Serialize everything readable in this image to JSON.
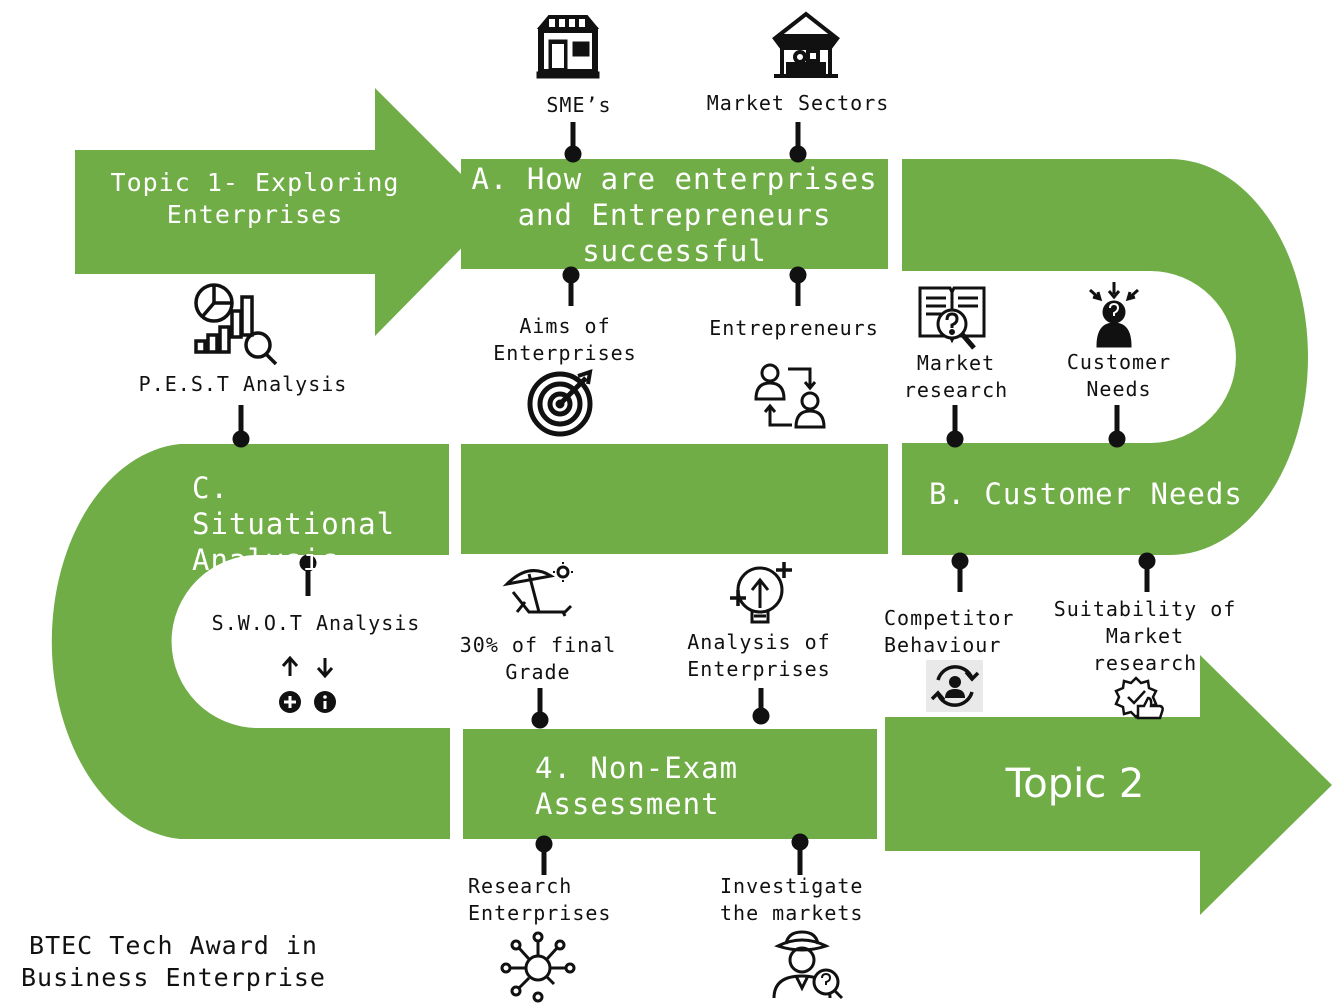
{
  "colors": {
    "green": "#70AD47",
    "connector": "#111111",
    "text_on_green": "#ffffff"
  },
  "start_arrow": {
    "title": "Topic 1- Exploring\nEnterprises"
  },
  "end_arrow": {
    "title": "Topic 2"
  },
  "sections": {
    "a": "A. How are enterprises\nand Entrepreneurs\nsuccessful",
    "b": "B. Customer Needs",
    "c": "C. Situational\nAnalysis",
    "d": "4. Non-Exam\nAssessment"
  },
  "labels": {
    "smes": "SME’s",
    "market_sectors": "Market Sectors",
    "aims": "Aims of\nEnterprises",
    "entrepreneurs": "Entrepreneurs",
    "pest": "P.E.S.T Analysis",
    "market_research": "Market\nresearch",
    "customer_needs": "Customer\nNeeds",
    "swot": "S.W.O.T Analysis",
    "final_grade": "30% of final\nGrade",
    "analysis_enterprises": "Analysis of\nEnterprises",
    "competitor": "Competitor\nBehaviour",
    "suitability": "Suitability of\nMarket\nresearch",
    "research_enterprises": "Research\nEnterprises",
    "investigate": "Investigate\nthe markets"
  },
  "footer": "BTEC Tech Award in\nBusiness Enterprise",
  "icons": [
    "shop-icon",
    "market-stall-icon",
    "pie-chart-analysis-icon",
    "target-icon",
    "entrepreneurs-swap-icon",
    "book-research-icon",
    "customer-question-icon",
    "beach-chair-icon",
    "idea-bulb-icon",
    "competitor-cycle-icon",
    "approval-badge-icon",
    "network-search-icon",
    "detective-icon",
    "arrow-up-icon",
    "arrow-down-icon",
    "plus-circle-icon",
    "info-circle-icon"
  ]
}
